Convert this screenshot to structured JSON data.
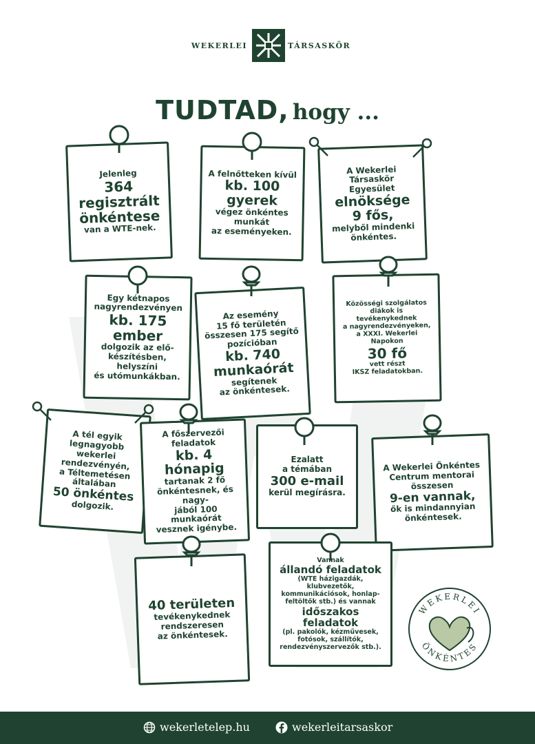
{
  "header": {
    "left": "WEKERLEI",
    "right": "TÁRSASKÖR"
  },
  "title": {
    "strong": "TUDTAD,",
    "rest": "hogy ..."
  },
  "notes": [
    {
      "id": "n1",
      "lines": [
        "Jelenleg"
      ],
      "big": [
        "364",
        "regisztrált",
        "önkéntese"
      ],
      "after": [
        "van a WTE-nek."
      ]
    },
    {
      "id": "n2",
      "lines": [
        "A felnőtteken kívül"
      ],
      "big": [
        "kb. 100",
        "gyerek"
      ],
      "after": [
        "végez önkéntes",
        "munkát",
        "az eseményeken."
      ]
    },
    {
      "id": "n3",
      "lines": [
        "A Wekerlei",
        "Társaskör",
        "Egyesület"
      ],
      "big": [
        "elnöksége",
        "9 fős,"
      ],
      "after": [
        "melyből mindenki",
        "önkéntes."
      ]
    },
    {
      "id": "n4",
      "lines": [
        "Egy kétnapos",
        "nagyrendezvényen"
      ],
      "big": [
        "kb. 175",
        "ember"
      ],
      "after": [
        "dolgozik az elő-",
        "készítésben, helyszíni",
        "és utómunkákban."
      ]
    },
    {
      "id": "n5",
      "lines": [
        "Az esemény",
        "15 fő területén",
        "összesen 175 segítő",
        "pozícióban"
      ],
      "big": [
        "kb. 740",
        "munkaórát"
      ],
      "after": [
        "segítenek",
        "az önkéntesek."
      ]
    },
    {
      "id": "n6",
      "lines": [
        "Közösségi szolgálatos",
        "diákok is tevékenykednek",
        "a nagyrendezvényeken,",
        "a XXXI. Wekerlei Napokon"
      ],
      "big": [
        "30 fő"
      ],
      "after": [
        "vett részt",
        "IKSZ feladatokban."
      ]
    },
    {
      "id": "n7",
      "lines": [
        "A tél egyik",
        "legnagyobb wekerlei",
        "rendezvényén,",
        "a Téltemetésen",
        "általában"
      ],
      "big": [
        "50 önkéntes"
      ],
      "after": [
        "dolgozik."
      ]
    },
    {
      "id": "n8",
      "lines": [
        "A főszervezői",
        "feladatok"
      ],
      "big": [
        "kb. 4",
        "hónapig"
      ],
      "after": [
        "tartanak 2 fő",
        "önkéntesnek, és nagy-",
        "jából 100 munkaórát",
        "vesznek igénybe."
      ]
    },
    {
      "id": "n9",
      "lines": [
        "Ezalatt",
        "a témában"
      ],
      "big": [
        "300 e-mail"
      ],
      "after": [
        "kerül megírásra."
      ]
    },
    {
      "id": "n10",
      "lines": [
        "A Wekerlei Önkéntes",
        "Centrum mentorai",
        "összesen"
      ],
      "big": [
        "9-en vannak,"
      ],
      "after": [
        "ők is mindannyian",
        "önkéntesek."
      ]
    },
    {
      "id": "n11",
      "lines": [],
      "big": [
        "40 területen"
      ],
      "after": [
        "tevékenykednek",
        "rendszeresen",
        "az önkéntesek."
      ]
    },
    {
      "id": "n12",
      "lines": [
        "Vannak"
      ],
      "big": [
        "állandó feladatok"
      ],
      "after": [
        "(WTE házigazdák, klubvezetők,",
        "kommunikációsok, honlap-",
        "feltöltők stb.) és vannak"
      ],
      "big2": [
        "időszakos",
        "feladatok"
      ],
      "after2": [
        "(pl. pakolók, kézművesek,",
        "fotósok, szállítók,",
        "rendezvényszervezők stb.)."
      ]
    }
  ],
  "badge": {
    "top": "WEKERLEI",
    "bottom": "ÖNKÉNTES"
  },
  "footer": {
    "web": "wekerletelep.hu",
    "facebook": "wekerleitarsaskor"
  },
  "colors": {
    "brand_green": "#1f4330",
    "light_green": "#b9c9a5",
    "background": "#ffffff",
    "watermark": "#f1f3f2"
  }
}
